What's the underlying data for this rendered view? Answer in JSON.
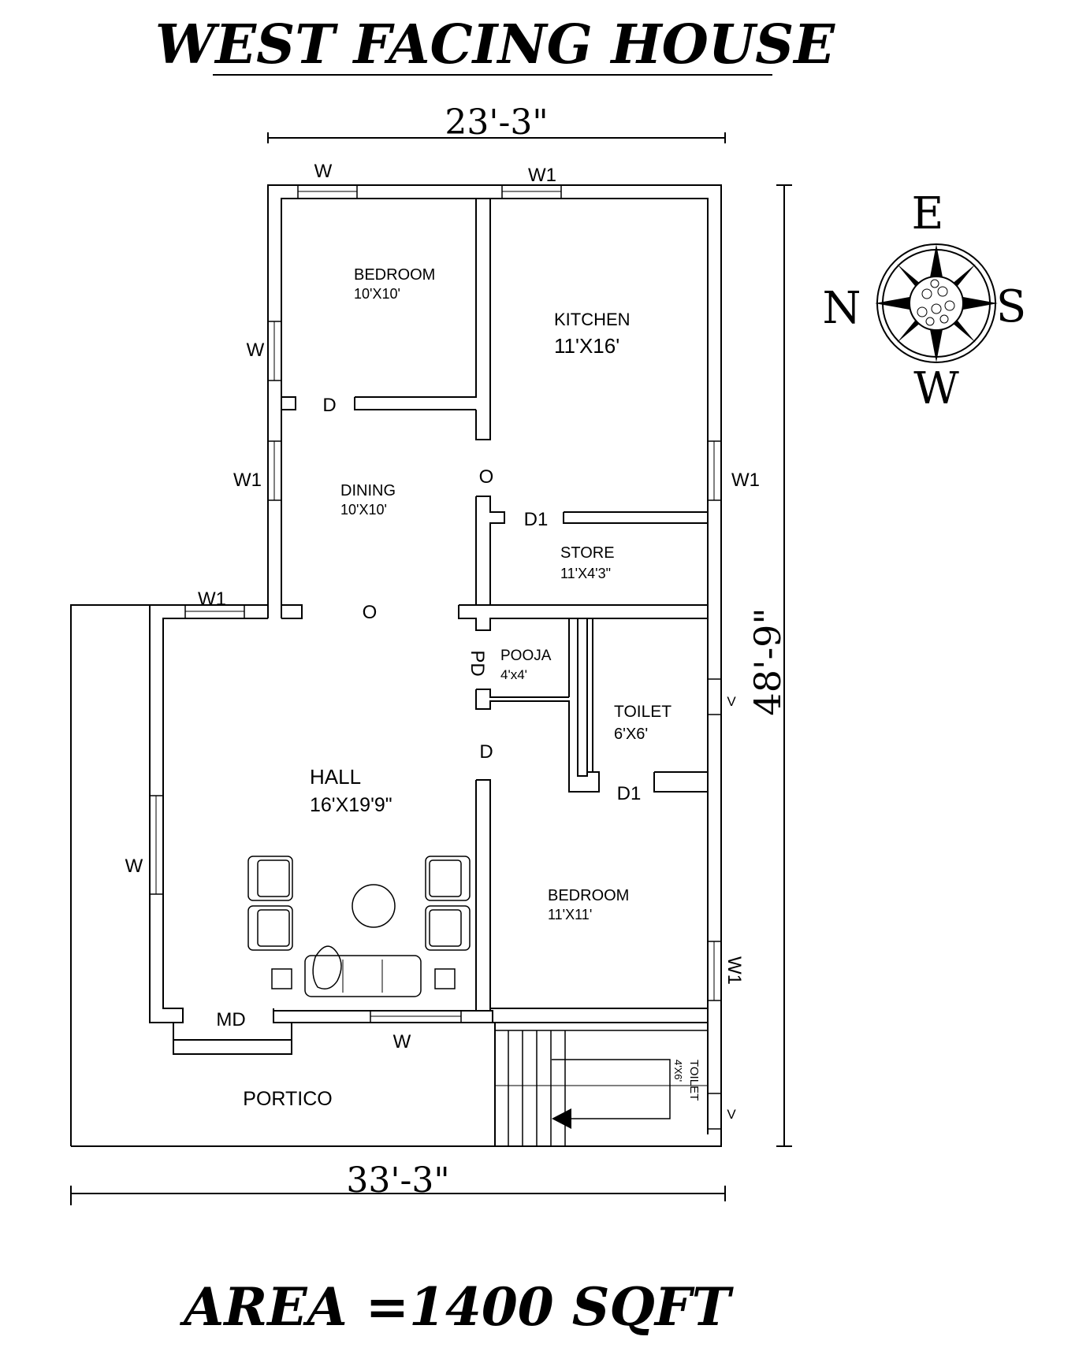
{
  "title": "WEST FACING HOUSE",
  "area": "AREA =1400  SQFT",
  "dimensions": {
    "top": "23'-3\"",
    "bottom": "33'-3\"",
    "right": "48'-9\""
  },
  "compass": {
    "top": "E",
    "left": "N",
    "right": "S",
    "bottom": "W"
  },
  "rooms": {
    "bedroom1": {
      "name": "BEDROOM",
      "size": "10'X10'"
    },
    "kitchen": {
      "name": "KITCHEN",
      "size": "11'X16'"
    },
    "dining": {
      "name": "DINING",
      "size": "10'X10'"
    },
    "store": {
      "name": "STORE",
      "size": "11'X4'3\""
    },
    "pooja": {
      "name": "POOJA",
      "size": "4'x4'"
    },
    "toilet1": {
      "name": "TOILET",
      "size": "6'X6'"
    },
    "hall": {
      "name": "HALL",
      "size": "16'X19'9\""
    },
    "bedroom2": {
      "name": "BEDROOM",
      "size": "11'X11'"
    },
    "toilet2": {
      "name": "TOILET",
      "size": "4'X6'"
    },
    "portico": {
      "name": "PORTICO"
    }
  },
  "labels": {
    "w": "W",
    "w1": "W1",
    "d": "D",
    "d1": "D1",
    "pd": "PD",
    "md": "MD",
    "v": "V",
    "opening": "O"
  }
}
